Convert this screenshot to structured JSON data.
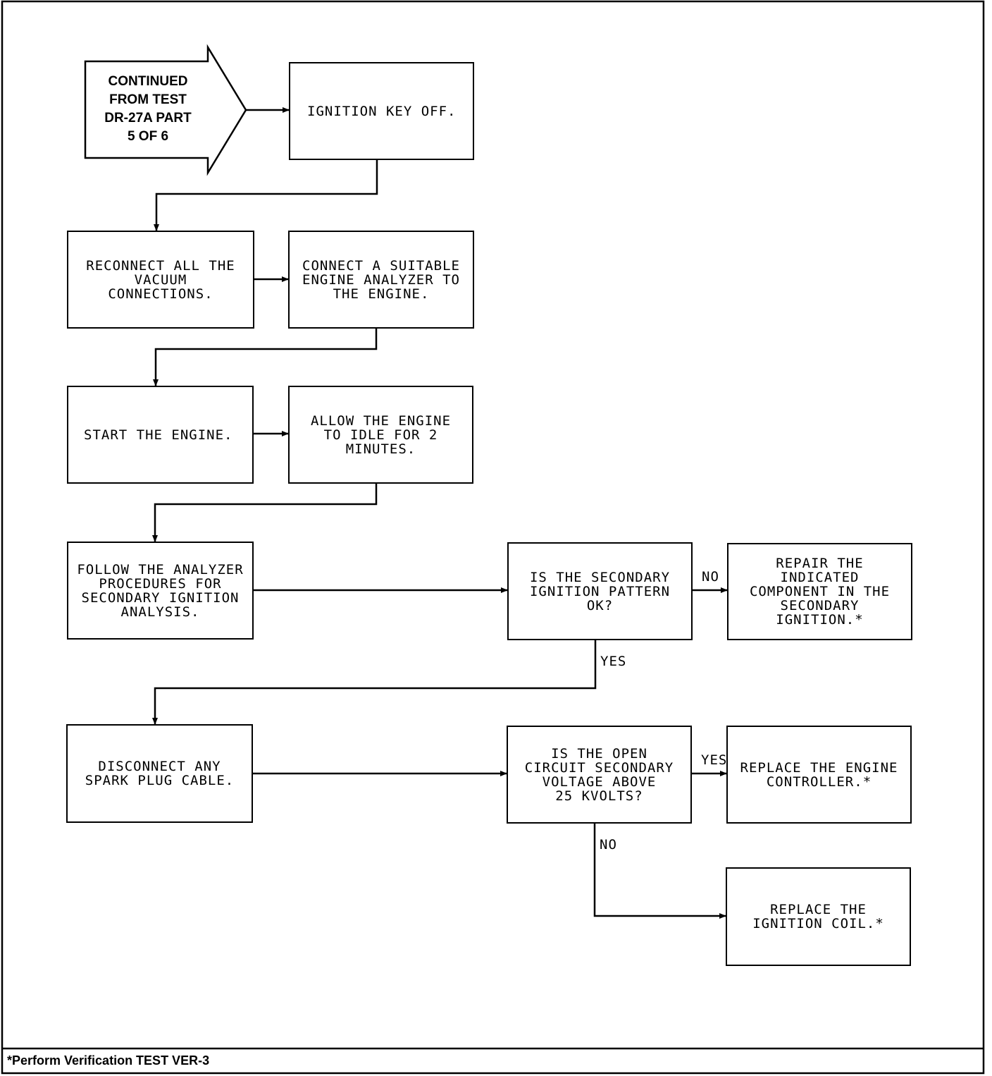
{
  "start_label": "CONTINUED\nFROM TEST\nDR-27A PART\n5 OF 6",
  "steps": {
    "ignition_off": "IGNITION KEY OFF.",
    "reconnect_vacuum": "RECONNECT ALL THE\nVACUUM\nCONNECTIONS.",
    "connect_analyzer": "CONNECT A SUITABLE\nENGINE ANALYZER TO\nTHE ENGINE.",
    "start_engine": "START THE ENGINE.",
    "idle_engine": "ALLOW THE ENGINE\nTO IDLE FOR 2\nMINUTES.",
    "follow_procedures": "FOLLOW THE ANALYZER\nPROCEDURES FOR\nSECONDARY IGNITION\nANALYSIS.",
    "disconnect_cable": "DISCONNECT ANY\nSPARK PLUG CABLE."
  },
  "decisions": {
    "pattern_ok": "IS THE SECONDARY\nIGNITION PATTERN\nOK?",
    "voltage_above": "IS THE OPEN\nCIRCUIT SECONDARY\nVOLTAGE ABOVE\n25 KVOLTS?"
  },
  "outcomes": {
    "repair_component": "REPAIR THE INDICATED\nCOMPONENT IN THE\nSECONDARY IGNITION.*",
    "replace_controller": "REPLACE THE ENGINE\nCONTROLLER.*",
    "replace_coil": "REPLACE THE\nIGNITION COIL.*"
  },
  "branch_labels": {
    "pattern_no": "NO",
    "pattern_yes": "YES",
    "voltage_yes": "YES",
    "voltage_no": "NO"
  },
  "footer": "*Perform Verification TEST VER-3"
}
